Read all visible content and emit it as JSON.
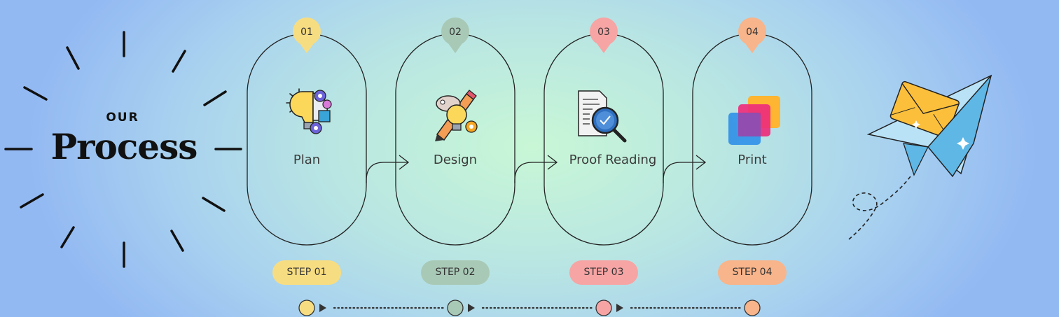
{
  "title": {
    "small": "OUR",
    "large": "Process"
  },
  "steps": [
    {
      "number": "01",
      "label": "Plan",
      "step": "STEP 01",
      "color": "#f7dd82",
      "icon": "lightbulb-gears-icon"
    },
    {
      "number": "02",
      "label": "Design",
      "step": "STEP 02",
      "color": "#a9c9b7",
      "icon": "creative-brain-pencil-icon"
    },
    {
      "number": "03",
      "label": "Proof Reading",
      "step": "STEP 03",
      "color": "#f7a4a4",
      "icon": "document-magnifier-icon"
    },
    {
      "number": "04",
      "label": "Print",
      "step": "STEP 04",
      "color": "#f8b48a",
      "icon": "layered-color-squares-icon"
    }
  ],
  "decoration": {
    "airplane": "paper-airplane-envelope-icon"
  }
}
